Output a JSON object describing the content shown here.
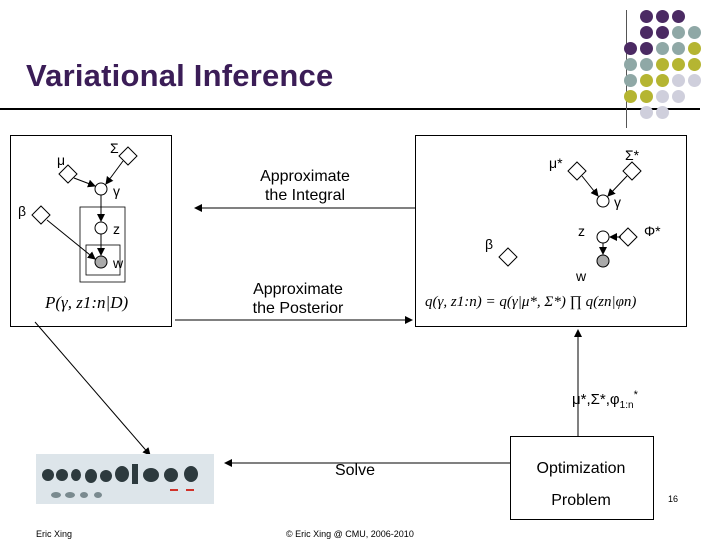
{
  "slide": {
    "title": "Variational Inference",
    "page_number": "16"
  },
  "left_model": {
    "mu": "μ",
    "sigma": "Σ",
    "gamma": "γ",
    "beta": "β",
    "z": "z",
    "w": "w",
    "formula": "P(γ, z1:n|D)"
  },
  "right_model": {
    "mu_star": "μ*",
    "sigma_star": "Σ*",
    "gamma": "γ",
    "beta": "β",
    "z": "z",
    "phi_star": "Φ*",
    "w": "w",
    "formula": "q(γ, z1:n) = q(γ|μ*, Σ*) ∏ q(zn|φn)"
  },
  "labels": {
    "approximate_integral": "Approximate\nthe Integral",
    "approximate_posterior": "Approximate\nthe Posterior",
    "params_main": "μ*,Σ*,φ",
    "params_sub": "1:n",
    "params_sup": "*",
    "solve": "Solve",
    "optimization_problem": "Optimization\nProblem"
  },
  "footer": {
    "author": "Eric Xing",
    "copyright": "© Eric Xing @ CMU, 2006-2010"
  },
  "colors": {
    "title": "#3b1d57",
    "dot_purple": "#4b2a63",
    "dot_teal": "#8fa8a6",
    "dot_olive": "#b5b532",
    "dot_gray": "#cfcfdc"
  }
}
